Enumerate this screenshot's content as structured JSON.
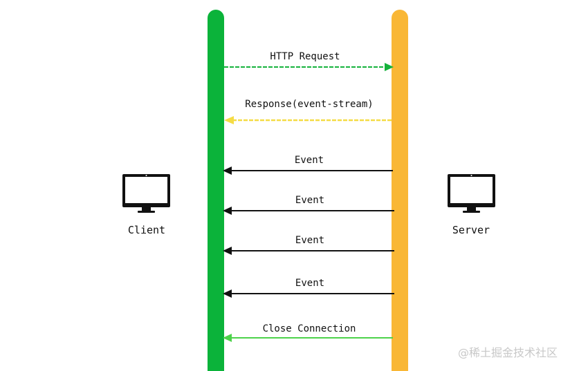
{
  "colors": {
    "client_lifeline": "#0bb33a",
    "server_lifeline": "#f9b735",
    "request_arrow": "#14b23b",
    "response_arrow": "#f5dc45",
    "event_arrow": "#111111",
    "close_arrow": "#4cd24a",
    "watermark": "#c8c8c8"
  },
  "actors": {
    "client": {
      "label": "Client",
      "icon": "monitor-icon"
    },
    "server": {
      "label": "Server",
      "icon": "monitor-icon"
    }
  },
  "messages": [
    {
      "id": "http-request",
      "label": "HTTP Request",
      "direction": "to-server",
      "color_key": "request_arrow",
      "style": "dashed"
    },
    {
      "id": "response",
      "label": "Response(event-stream)",
      "direction": "to-client",
      "color_key": "response_arrow",
      "style": "dashed"
    },
    {
      "id": "event-1",
      "label": "Event",
      "direction": "to-client",
      "color_key": "event_arrow",
      "style": "solid"
    },
    {
      "id": "event-2",
      "label": "Event",
      "direction": "to-client",
      "color_key": "event_arrow",
      "style": "solid"
    },
    {
      "id": "event-3",
      "label": "Event",
      "direction": "to-client",
      "color_key": "event_arrow",
      "style": "solid"
    },
    {
      "id": "event-4",
      "label": "Event",
      "direction": "to-client",
      "color_key": "event_arrow",
      "style": "solid"
    },
    {
      "id": "close-connection",
      "label": "Close Connection",
      "direction": "to-client",
      "color_key": "close_arrow",
      "style": "solid"
    }
  ],
  "watermark": {
    "text": "@稀土掘金技术社区"
  }
}
